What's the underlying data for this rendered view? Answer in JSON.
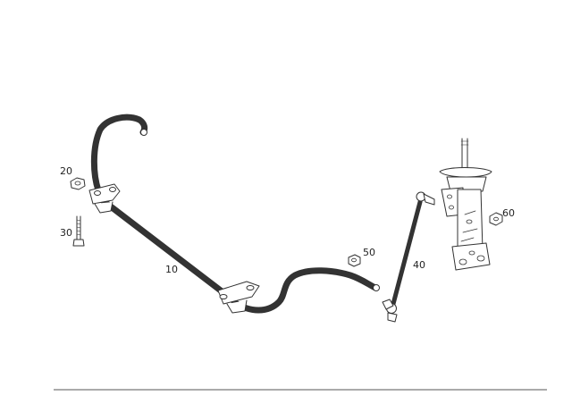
{
  "diagram": {
    "callouts": {
      "c10": "10",
      "c20": "20",
      "c30": "30",
      "c40": "40",
      "c50": "50",
      "c60": "60"
    }
  }
}
